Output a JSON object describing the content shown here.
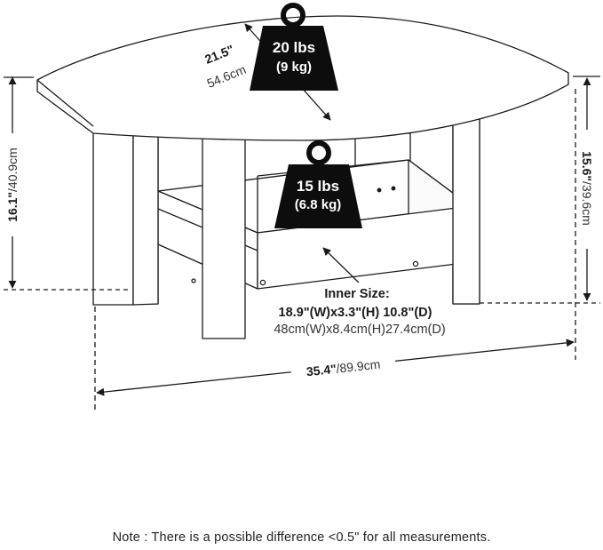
{
  "weights": {
    "top": {
      "lbs": "20 lbs",
      "kg": "(9 kg)"
    },
    "shelf": {
      "lbs": "15 lbs",
      "kg": "(6.8 kg)"
    }
  },
  "dimensions": {
    "depth": {
      "in": "21.5\"",
      "cm": "54.6cm"
    },
    "height": {
      "in": "16.1\"",
      "cm": "/40.9cm"
    },
    "leg_height": {
      "in": "15.6\"",
      "cm": "/39.6cm"
    },
    "width": {
      "in": "35.4\"",
      "cm": "/89.9cm"
    }
  },
  "inner_size": {
    "title": "Inner Size:",
    "imperial": "18.9\"(W)x3.3\"(H) 10.8\"(D)",
    "metric": "48cm(W)x8.4cm(H)27.4cm(D)"
  },
  "colors": {
    "ink": "#1a1a1a",
    "weight_icon": "#0d0d0d"
  },
  "note": "Note : There is a possible difference <0.5\" for all measurements."
}
